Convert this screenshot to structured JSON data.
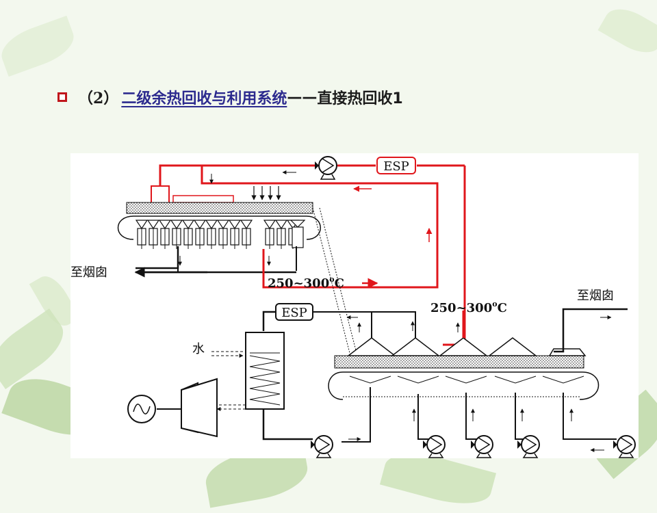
{
  "title": {
    "number": "（2）",
    "link_text": "二级余热回收与利用系统",
    "dash": "——",
    "rest": "直接热回收1"
  },
  "diagram": {
    "esp_label_top": "ESP",
    "esp_label_mid": "ESP",
    "temp_label_left": "250~300",
    "temp_label_right": "250~300",
    "temp_superscript": "o",
    "temp_unit": "C",
    "chimney_left": "至烟囱",
    "chimney_right": "至烟囱",
    "water_label": "水"
  },
  "colors": {
    "accent_red": "#e0161b",
    "line_black": "#111111",
    "title_link": "#2c2a8e",
    "bullet_red": "#c0161b"
  },
  "icons": [
    "pump-icon",
    "turbine-icon",
    "generator-icon",
    "heat-exchanger-icon",
    "sinter-bed-icon"
  ]
}
